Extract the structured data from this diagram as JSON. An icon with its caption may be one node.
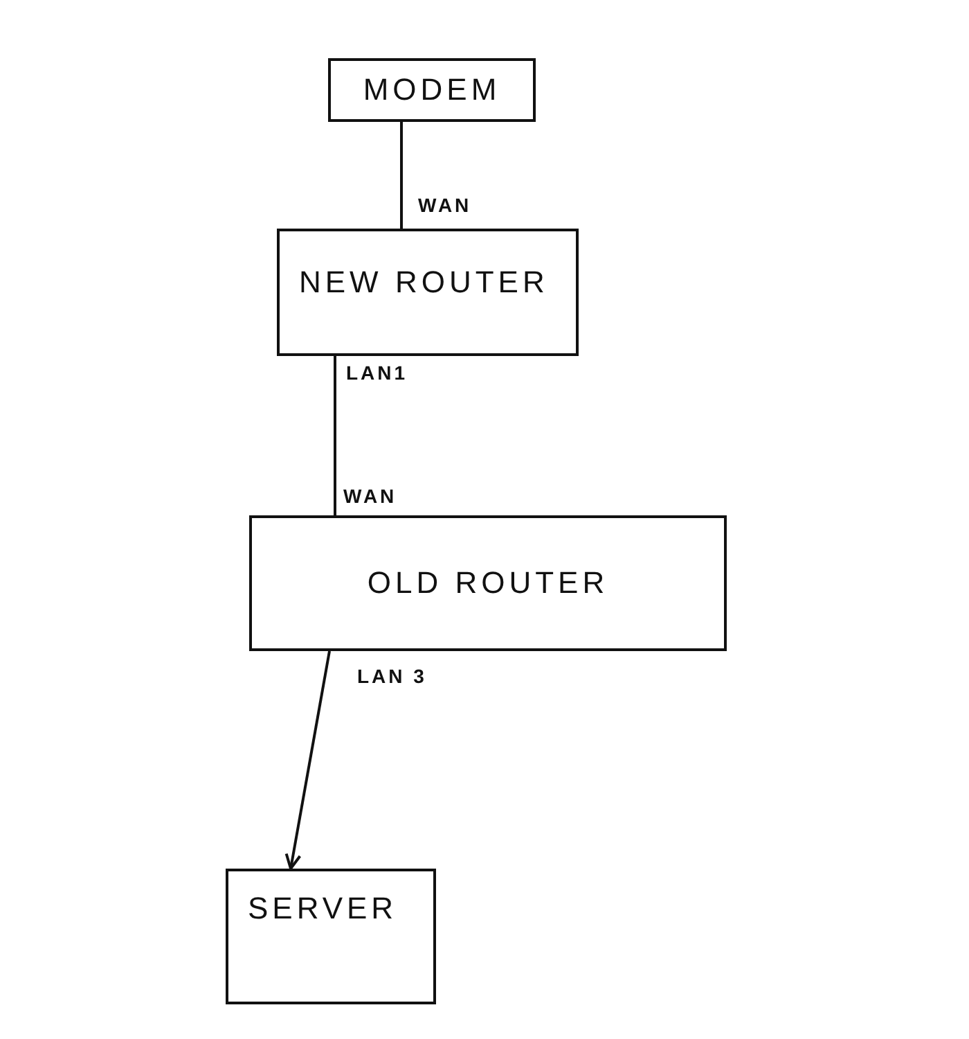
{
  "diagram": {
    "nodes": [
      {
        "text": [
          "MODEM"
        ]
      },
      {
        "text": [
          "NEW ROUTER"
        ],
        "beside": [
          "WAN",
          "LAN1"
        ]
      },
      {
        "text": [
          "OLD ROUTER"
        ],
        "beside": [
          "WAN",
          "LAN 3"
        ]
      },
      {
        "text": [
          "SERVER"
        ]
      }
    ],
    "edges": [
      {
        "from": 0,
        "to": 1,
        "arrow": "none"
      },
      {
        "from": 1,
        "to": 2,
        "arrow": "none"
      },
      {
        "from": 2,
        "to": 3,
        "arrow": "to"
      }
    ]
  }
}
